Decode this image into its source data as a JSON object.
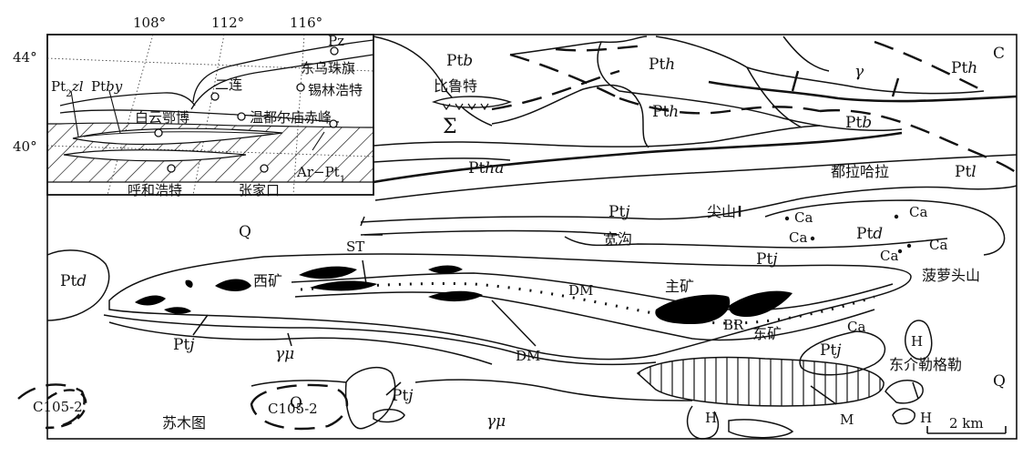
{
  "inset": {
    "longitudes": [
      "108°",
      "112°",
      "116°"
    ],
    "latitudes": [
      "44°",
      "40°"
    ],
    "units": [
      {
        "id": "pz",
        "parts": [
          [
            "Pz",
            ""
          ]
        ]
      },
      {
        "id": "pt2zl",
        "parts": [
          [
            "Pt",
            ""
          ],
          [
            "2",
            "sub"
          ],
          [
            "zl",
            "it"
          ]
        ]
      },
      {
        "id": "ptby",
        "parts": [
          [
            "Pt",
            ""
          ],
          [
            "by",
            "it"
          ]
        ]
      },
      {
        "id": "arpt1",
        "parts": [
          [
            "Ar−Pt",
            ""
          ],
          [
            "1",
            "sub"
          ]
        ]
      }
    ],
    "places": [
      "东乌珠旗",
      "二连",
      "锡林浩特",
      "白云鄂博",
      "温都尔庙",
      "赤峰",
      "呼和浩特",
      "张家口"
    ]
  },
  "main": {
    "units": [
      {
        "id": "ptb-left",
        "parts": [
          [
            "Pt",
            ""
          ],
          [
            "b",
            "it"
          ]
        ]
      },
      {
        "id": "pth-top",
        "parts": [
          [
            "Pt",
            ""
          ],
          [
            "h",
            "it"
          ]
        ]
      },
      {
        "id": "pth-right",
        "parts": [
          [
            "Pt",
            ""
          ],
          [
            "h",
            "it"
          ]
        ]
      },
      {
        "id": "pth-mid",
        "parts": [
          [
            "Pt",
            ""
          ],
          [
            "h",
            "it"
          ]
        ]
      },
      {
        "id": "ptb-right",
        "parts": [
          [
            "Pt",
            ""
          ],
          [
            "b",
            "it"
          ]
        ]
      },
      {
        "id": "ptha",
        "parts": [
          [
            "Pt",
            ""
          ],
          [
            "ha",
            "it"
          ]
        ]
      },
      {
        "id": "ptl",
        "parts": [
          [
            "Pt",
            ""
          ],
          [
            "l",
            "it"
          ]
        ]
      },
      {
        "id": "ptj-1",
        "parts": [
          [
            "Pt",
            ""
          ],
          [
            "j",
            "it"
          ]
        ]
      },
      {
        "id": "ptd-right",
        "parts": [
          [
            "Pt",
            ""
          ],
          [
            "d",
            "it"
          ]
        ]
      },
      {
        "id": "ptj-2",
        "parts": [
          [
            "Pt",
            ""
          ],
          [
            "j",
            "it"
          ]
        ]
      },
      {
        "id": "ptd-left",
        "parts": [
          [
            "Pt",
            ""
          ],
          [
            "d",
            "it"
          ]
        ]
      },
      {
        "id": "ptj-3",
        "parts": [
          [
            "Pt",
            ""
          ],
          [
            "j",
            "it"
          ]
        ]
      },
      {
        "id": "ptj-4",
        "parts": [
          [
            "Pt",
            ""
          ],
          [
            "j",
            "it"
          ]
        ]
      },
      {
        "id": "ptj-5",
        "parts": [
          [
            "Pt",
            ""
          ],
          [
            "j",
            "it"
          ]
        ]
      },
      {
        "id": "gmu-1",
        "parts": [
          [
            "γμ",
            "it"
          ]
        ]
      },
      {
        "id": "gmu-2",
        "parts": [
          [
            "γμ",
            "it"
          ]
        ]
      },
      {
        "id": "gamma",
        "parts": [
          [
            "γ",
            "it"
          ]
        ]
      }
    ],
    "labels": {
      "c_top": "C",
      "sigma": "Σ",
      "q1": "Q",
      "q2": "Q",
      "q3": "Q",
      "st": "ST",
      "dm1": "DM",
      "dm2": "DM",
      "br": "BR",
      "m": "M",
      "h1": "H",
      "h2": "H",
      "h3": "H",
      "ca1": "Ca",
      "ca2": "Ca",
      "ca3": "Ca",
      "ca4": "Ca",
      "ca5": "Ca",
      "ca6": "Ca",
      "c105_1": "C105-2",
      "c105_2": "C105-2"
    },
    "places": {
      "bilute": "比鲁特",
      "dulahala": "都拉哈拉",
      "jianshan": "尖山",
      "kuangou": "宽沟",
      "boluotoushan": "菠萝头山",
      "xikuang": "西矿",
      "zhukuang": "主矿",
      "dongkuang": "东矿",
      "dongjie": "东介勒格勒",
      "sumutu": "苏木图"
    },
    "scale_bar": "2 km"
  },
  "colors": {
    "line": "#111111",
    "ore": "#000000",
    "background": "#ffffff"
  }
}
